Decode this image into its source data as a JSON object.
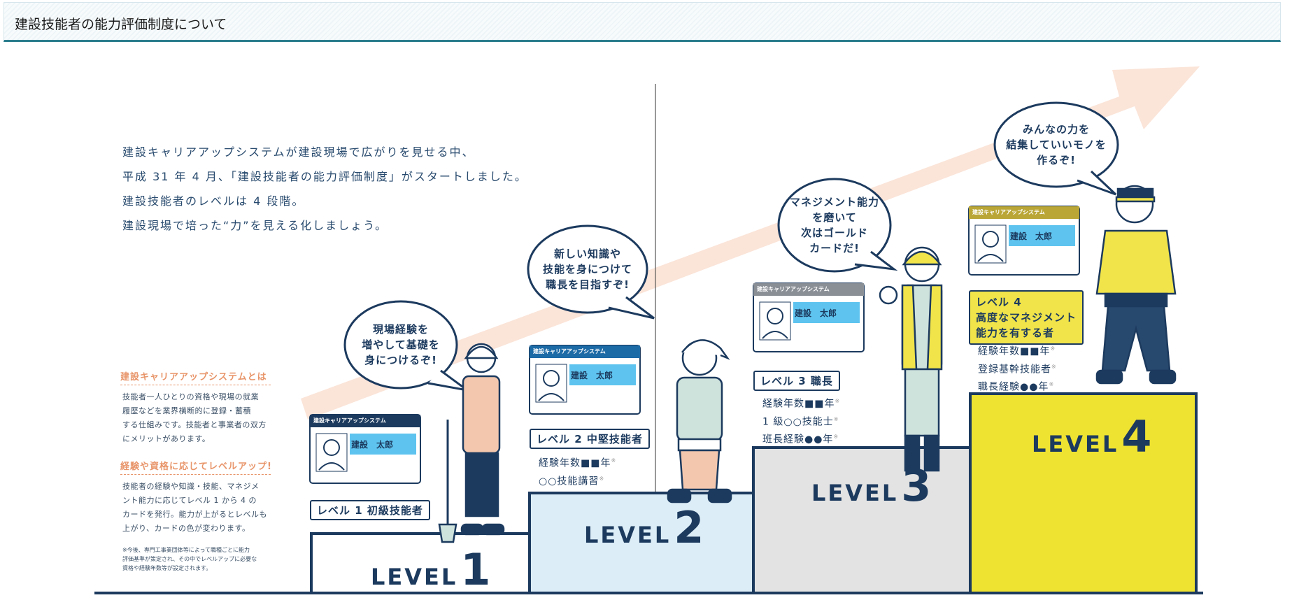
{
  "header": {
    "title": "建設技能者の能力評価制度について"
  },
  "intro": {
    "lines": [
      "建設キャリアアップシステムが建設現場で広がりを見せる中、",
      "平成 31 年 4 月、「建設技能者の能力評価制度」がスタートしました。",
      "建設技能者のレベルは 4 段階。",
      "建設現場で培った“力”を見える化しましょう。"
    ]
  },
  "sidebar": {
    "about_title": "建設キャリアアップシステムとは",
    "about_lines": [
      "技能者一人ひとりの資格や現場の就業",
      "履歴などを業界横断的に登録・蓄積",
      "する仕組みです。技能者と事業者の双方",
      "にメリットがあります。"
    ],
    "levelup_title": "経験や資格に応じてレベルアップ!",
    "levelup_lines": [
      "技能者の経験や知識・技能、マネジメ",
      "ント能力に応じてレベル 1 から 4 の",
      "カードを発行。能力が上がるとレベルも",
      "上がり、カードの色が変わります。"
    ],
    "note_lines": [
      "※今後、専門工事業団体等によって職種ごとに能力",
      "評価基準が策定され、その中でレベルアップに必要な",
      "資格や経験年数等が設定されます。"
    ]
  },
  "card": {
    "title": "建設キャリアアップシステム",
    "name": "建設　太郎"
  },
  "levels": [
    {
      "step": {
        "word": "LEVEL",
        "num": "1"
      },
      "label": "レベル 1 初級技能者",
      "bubble": [
        "現場経験を",
        "増やして基礎を",
        "身につけるぞ!"
      ],
      "requirements": []
    },
    {
      "step": {
        "word": "LEVEL",
        "num": "2"
      },
      "label": "レベル 2 中堅技能者",
      "bubble": [
        "新しい知識や",
        "技能を身につけて",
        "職長を目指すぞ!"
      ],
      "requirements": [
        "経験年数■■年",
        "○○技能講習"
      ]
    },
    {
      "step": {
        "word": "LEVEL",
        "num": "3"
      },
      "label": "レベル 3 職長",
      "bubble": [
        "マネジメント能力",
        "を磨いて",
        "次はゴールド",
        "カードだ!"
      ],
      "requirements": [
        "経験年数■■年",
        "1 級○○技能士",
        "班長経験●●年"
      ]
    },
    {
      "step": {
        "word": "LEVEL",
        "num": "4"
      },
      "label_lines": [
        "レベル 4",
        "高度なマネジメント",
        "能力を有する者"
      ],
      "bubble": [
        "みんなの力を",
        "結集していいモノを",
        "作るぞ!"
      ],
      "requirements": [
        "経験年数■■年",
        "登録基幹技能者",
        "職長経験●●年"
      ]
    }
  ],
  "colors": {
    "navy": "#1c3a5e",
    "level1": "#ffffff",
    "level2": "#dcedf7",
    "level3": "#e3e3e3",
    "level4": "#efe332",
    "arrow": "#fbe4d8",
    "accent": "#e8956a",
    "header_rule": "#2b7d8c"
  }
}
